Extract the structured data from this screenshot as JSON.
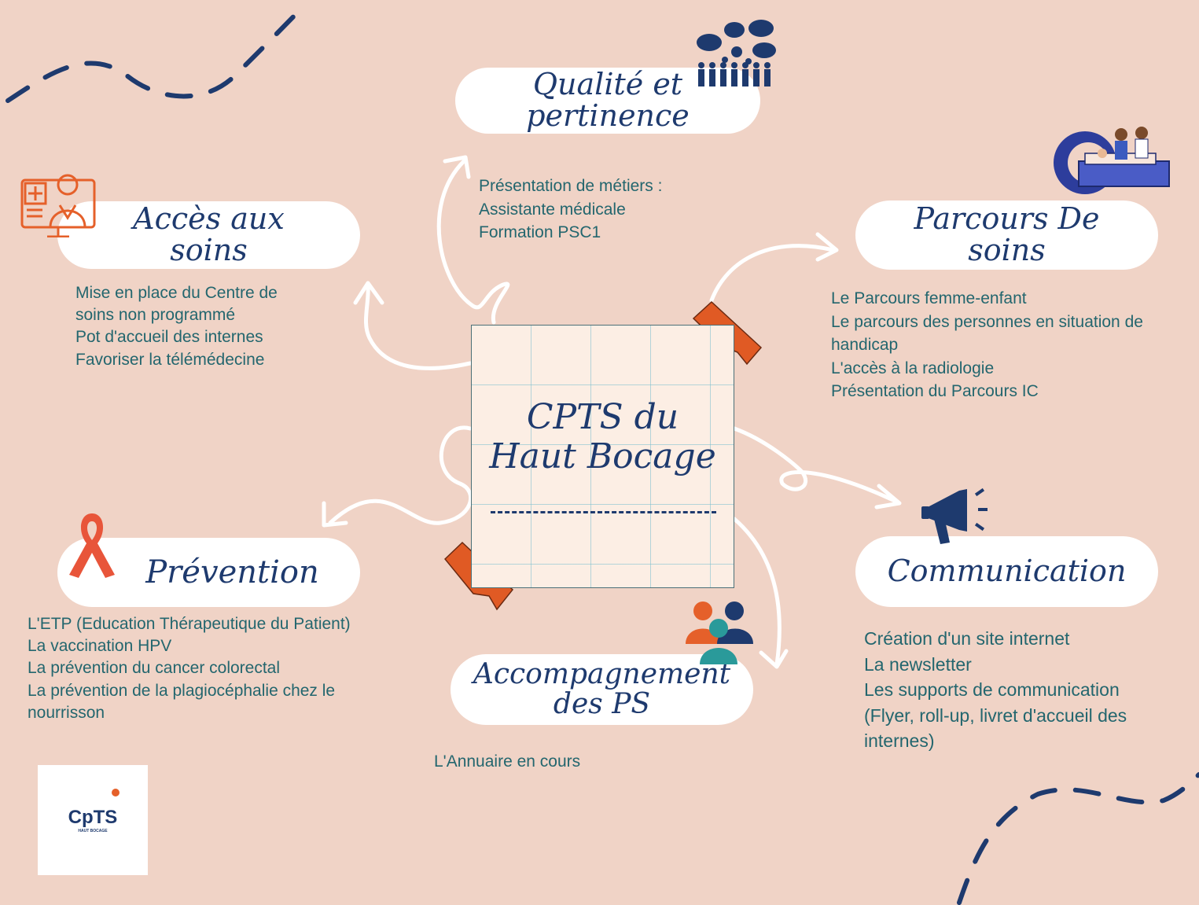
{
  "center": {
    "title": "CPTS du\nHaut Bocage"
  },
  "nodes": {
    "qualite": {
      "title": "Qualité et\npertinence",
      "items": [
        "Présentation de métiers :",
        "Assistante médicale",
        "Formation PSC1"
      ]
    },
    "acces": {
      "title": "Accès aux\nsoins",
      "items": [
        "Mise en place du Centre de",
        "soins non programmé",
        "Pot d'accueil des internes",
        "Favoriser la télémédecine"
      ]
    },
    "parcours": {
      "title": "Parcours De\nsoins",
      "items": [
        "Le Parcours femme-enfant",
        "Le parcours des personnes en situation de",
        "handicap",
        "L'accès à la radiologie",
        "Présentation du Parcours IC"
      ]
    },
    "prevention": {
      "title": "Prévention",
      "items": [
        "L'ETP (Education Thérapeutique du Patient)",
        "La vaccination HPV",
        "La prévention du cancer colorectal",
        "La prévention de la plagiocéphalie chez le",
        "nourrisson"
      ]
    },
    "communication": {
      "title": "Communication",
      "items": [
        "Création d'un site internet",
        "La newsletter",
        "Les supports de communication",
        "(Flyer, roll-up, livret d'accueil des",
        "internes)"
      ]
    },
    "accompagnement": {
      "title": "Accompagnement\ndes PS",
      "items": [
        "L'Annuaire en cours"
      ]
    }
  },
  "logo": {
    "main": "CpTS",
    "sub": "HAUT BOCAGE"
  },
  "colors": {
    "background": "#f0d3c6",
    "navy": "#1e3a6e",
    "teal": "#23666e",
    "orange": "#e5602a",
    "tape": "#e05a24"
  },
  "icons": [
    "speech-bubbles-crowd-icon",
    "medical-screen-doctor-icon",
    "radiology-team-icon",
    "ribbon-icon",
    "megaphone-icon",
    "people-group-icon"
  ]
}
